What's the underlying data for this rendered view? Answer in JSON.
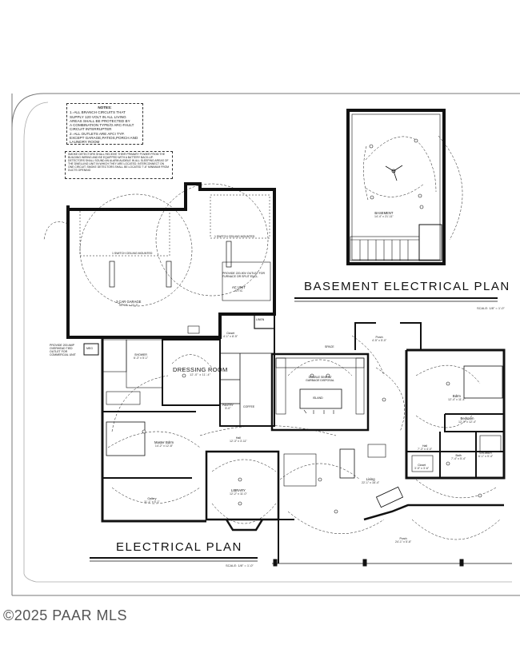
{
  "notes": {
    "header": "NOTES:",
    "lines": [
      "1.-ALL BRANCH CIRCUITS THAT",
      "SUPPLY 120 VOLT IN ALL LIVING",
      "AREAS SHALL BE PROTECTED BY",
      "A COMBINATION TYPE/O ARC-FAULT",
      "CIRCUIT INTERRUPTER",
      "2.-ALL OUTLETS ARE AFCI TYP.",
      "EXCEPT GARAGE,PATIOS,PORCH AND",
      "LAUNDRY ROOM"
    ]
  },
  "smoke_note": "SMOKE DETECTORS SHALL RECEIVE THEIR PRIMARY POWER FROM THE BUILDING WIRING AND BE EQUIPPED WITH A BATTERY BACK-UP. DETECTORS SHALL SOUND AN ALARM AUDIBLE IN ALL SLEEPING AREAS OF THE DWELLING UNIT IN WHICH THEY ARE LOCATED. INTERCONNECT ON ONE CIRCUIT. SMOKE DETECTORS SHALL BE LOCATED 7'-6\" MINIMUM FROM DUCTS OPENING",
  "titles": {
    "basement": "BASEMENT ELECTRICAL PLAN",
    "electrical": "ELECTRICAL PLAN"
  },
  "scales": {
    "basement": "SCALE: 1/8\" = 1'-0\"",
    "main": "SCALE: 1/8\" = 1'-0\""
  },
  "rooms": {
    "basement": {
      "name": "BASEMENT",
      "dim": "14'-4\" x 21'-11\""
    },
    "garage": {
      "name": "3 CAR GARAGE",
      "dim": "35'-10\" x 22'-3\""
    },
    "ac_unit": {
      "name": "AC UNIT",
      "sub": "ATTIC"
    },
    "closet": {
      "name": "Closet",
      "dim": "4'-1\" x 8'-5\""
    },
    "linen": {
      "name": "LINEN"
    },
    "shower": {
      "name": "SHOWER",
      "dim": "6'-3\" x 5'-1\""
    },
    "dressing": {
      "name": "DRESSING ROOM",
      "dim": "12'-0\" x 11'-4\""
    },
    "pantry": {
      "name": "PANTRY",
      "dim": "5'-0\""
    },
    "coffee": {
      "name": "COFFEE"
    },
    "master": {
      "name": "Master Bdrm",
      "dim": "14'-2\" x 12'-8\""
    },
    "hall": {
      "name": "Hall",
      "dim": "12'-3\" x 3'-11\""
    },
    "library": {
      "name": "LIBRARY",
      "dim": "12'-2\" x 11'-0\""
    },
    "gallery": {
      "name": "Gallery",
      "dim": "11'-1\" x 5'-1\""
    },
    "living": {
      "name": "Living",
      "dim": "22'-1\" x 16'-4\""
    },
    "porch": {
      "name": "Porch",
      "dim": "24'-1\" x 5'-6\""
    },
    "porch_top": {
      "name": "Porch",
      "dim": "4'-5\" x 5'-0\""
    },
    "bedroom1": {
      "name": "Bdrm",
      "dim": "12'-4\" x 11'-4\""
    },
    "bedroom2": {
      "name": "Bedroom",
      "dim": "12'-0\" x 12'-4\""
    },
    "bath": {
      "name": "Bath",
      "dim": "7'-4\" x 5'-4\""
    },
    "shower2": {
      "name": "SHOWER",
      "dim": "6'-1\" x 9'-4\""
    },
    "hall2": {
      "name": "Hall",
      "dim": "7'-3\" x 4'-0\""
    },
    "closet2": {
      "name": "Closet",
      "dim": "3'-5\" x 3'-6\""
    },
    "meg": {
      "name": "MEG"
    },
    "island": {
      "name": "ISLAND"
    }
  },
  "annotations": {
    "garage_light_a": "1 SWITCH CEILING MOUNTED",
    "garage_light_b": "1 SWITCH CEILING MOUNTED",
    "ac_note": "PROVIDE 220-90V OUTLET FOR FURNACE OR SPLIT ENCL.",
    "meter_note": "PROVIDE 200 AMP OVERHEAD TIED OUTLET FOR COMMERCIAL UNIT",
    "kitchen_note": "DOUBLE SINK W/ GARBAGE DISPOSAL",
    "space_label": "SPACE"
  },
  "watermark": "©2025 PAAR MLS"
}
